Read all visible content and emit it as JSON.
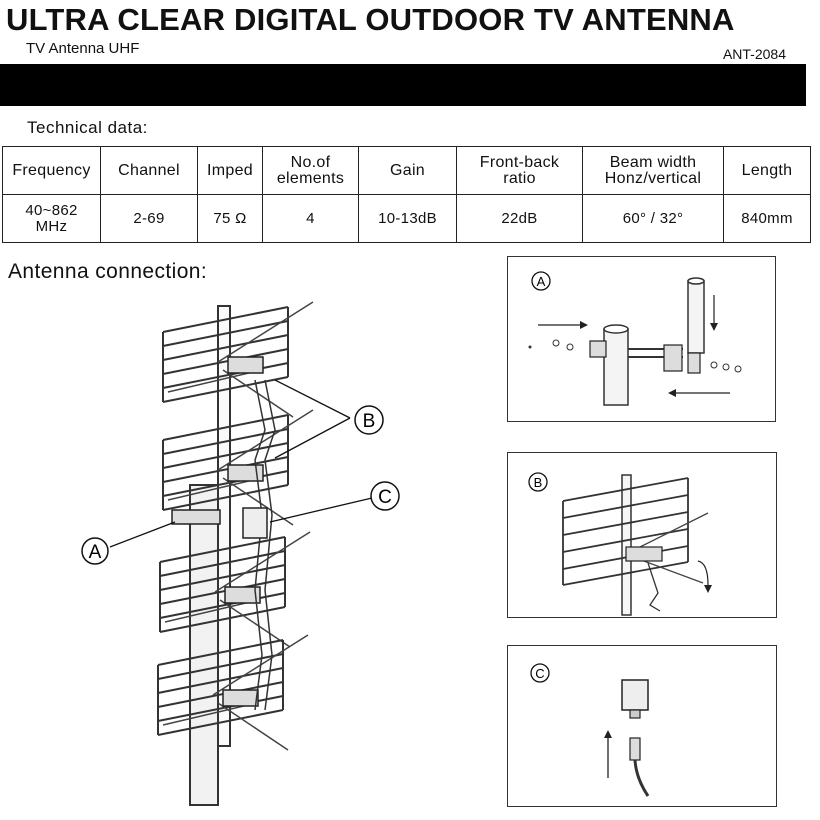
{
  "header": {
    "title": "ULTRA CLEAR DIGITAL OUTDOOR TV ANTENNA",
    "subtitle": "TV Antenna UHF",
    "model": "ANT-2084"
  },
  "technical": {
    "label": "Technical data:",
    "headers": [
      [
        "Frequency",
        ""
      ],
      [
        "Channel",
        ""
      ],
      [
        "Imped",
        ""
      ],
      [
        "No.of",
        "elements"
      ],
      [
        "Gain",
        ""
      ],
      [
        "Front-back",
        "ratio"
      ],
      [
        "Beam width",
        "Honz/vertical"
      ],
      [
        "Length",
        ""
      ]
    ],
    "values": [
      [
        "40~862",
        "MHz"
      ],
      [
        "2-69",
        ""
      ],
      [
        "75 Ω",
        ""
      ],
      [
        "4",
        ""
      ],
      [
        "10-13dB",
        ""
      ],
      [
        "22dB",
        ""
      ],
      [
        "60° / 32°",
        ""
      ],
      [
        "840mm",
        ""
      ]
    ]
  },
  "connection": {
    "label": "Antenna connection:",
    "callouts": [
      "A",
      "B",
      "C"
    ],
    "panels": [
      "A",
      "B",
      "C"
    ]
  }
}
